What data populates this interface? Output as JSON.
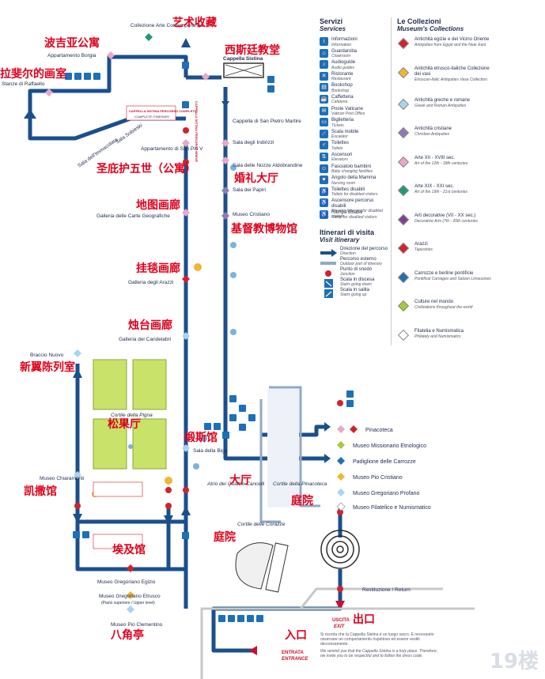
{
  "map_labels": {
    "collezione_arte": "Collezione Arte Contemporanea",
    "appartamento_borgia": "Appartamento Borgia",
    "stanze_raffaello": "Stanze di Raffaello",
    "cappella_sistina": "Cappella Sistina",
    "sala_immacolata": "Sala dell'Immacolata",
    "sala_sobieski": "Sala Sobieski",
    "cappella_completo": "CAPPELLA SISTINA PERCORSO COMPLETO",
    "complete_itinerary": "COMPLETE ITINERARY",
    "cappella_breve": "CAPPELLA SISTINA PERCORSO BREVE",
    "short_itinerary": "SHORT ITINERARY",
    "appartamento_pio_v": "Appartamento di San Pio V",
    "cappella_san_pietro": "Cappella di San Pietro Martire",
    "sala_indirizzi": "Sala degli Indirizzi",
    "sala_nozze": "Sala delle Nozze Aldobrandine",
    "sala_papiri": "Sala dei Papiri",
    "museo_cristiano": "Museo Cristiano",
    "galleria_carte": "Galleria delle Carte Geografiche",
    "galleria_arazzi": "Galleria degli Arazzi",
    "galleria_candelabri": "Galleria dei Candelabri",
    "braccio_nuovo": "Braccio Nuovo",
    "cortile_pigna": "Cortile della Pigna",
    "sala_biga": "Sala della Biga",
    "museo_chiaramonti": "Museo Chiaramonti",
    "atrio": "Atrio dei Quattro Cancelli",
    "cortile_pinacoteca": "Cortile della Pinacoteca",
    "cortile_corazze": "Cortile delle Corazze",
    "museo_egizio": "Museo Gregoriano Egizio",
    "museo_etrusco": "Museo Gregoriano Etrusco",
    "etrusco_sub": "(Piano superiore / Upper level)",
    "museo_pio_clementino": "Museo Pio Clementino",
    "uscita": "USCITA",
    "exit": "EXIT",
    "entrata": "ENTRATA",
    "entrance": "ENTRANCE",
    "restituzione": "Restituzione / Return"
  },
  "zh_labels": {
    "art": "艺术收藏",
    "borgia": "波吉亚公寓",
    "sistine": "西斯廷教堂",
    "raphael": "拉斐尔的画室",
    "pio_v": "圣庇护五世（公寓）",
    "wedding": "婚礼大厅",
    "maps": "地图画廊",
    "christian": "基督教博物馆",
    "tapestry": "挂毯画廊",
    "candelabra": "烛台画廊",
    "new_wing": "新翼陈列室",
    "pinecone": "松果厅",
    "biga": "缎斯馆",
    "hall": "大厅",
    "chiaramonti": "凯撒馆",
    "courtyard1": "庭院",
    "courtyard2": "庭院",
    "egypt": "埃及馆",
    "exit": "出口",
    "entrance": "入口",
    "octagon": "八角亭"
  },
  "right_list": [
    {
      "label": "Pinacoteca"
    },
    {
      "label": "Museo Missionario Etnologico"
    },
    {
      "label": "Padiglione delle Carrozze"
    },
    {
      "label": "Museo Pio Cristiano"
    },
    {
      "label": "Museo Gregoriano Profano"
    },
    {
      "label": "Museo Filatelico e Numismatico"
    }
  ],
  "services": {
    "title": "Servizi",
    "subtitle": "Services",
    "items": [
      {
        "it": "Informazioni",
        "en": "Information",
        "icon": "info-icon",
        "glyph": "i"
      },
      {
        "it": "Guardaroba",
        "en": "Cloakroom",
        "icon": "cloakroom-icon",
        "glyph": "⌂"
      },
      {
        "it": "Audioguide",
        "en": "Audio guides",
        "icon": "audio-guide-icon",
        "glyph": "♪"
      },
      {
        "it": "Ristorante",
        "en": "Restaurant",
        "icon": "restaurant-icon",
        "glyph": "✕"
      },
      {
        "it": "Bookshop",
        "en": "Bookshop",
        "icon": "bookshop-icon",
        "glyph": "▤"
      },
      {
        "it": "Caffetteria",
        "en": "Cafeteria",
        "icon": "cafeteria-icon",
        "glyph": "☕"
      },
      {
        "it": "Poste Vaticane",
        "en": "Vatican Post Office",
        "icon": "post-icon",
        "glyph": "✉"
      },
      {
        "it": "Biglietteria",
        "en": "Tickets",
        "icon": "ticket-icon",
        "glyph": "▭"
      },
      {
        "it": "Scala mobile",
        "en": "Escalator",
        "icon": "escalator-icon",
        "glyph": "⟋"
      },
      {
        "it": "Toilettes",
        "en": "Toilets",
        "icon": "toilet-icon",
        "glyph": "♂"
      },
      {
        "it": "Ascensori",
        "en": "Elevators",
        "icon": "elevator-icon",
        "glyph": "⇅"
      },
      {
        "it": "Fasciatoio bambini",
        "en": "Baby changing facilities",
        "icon": "baby-icon",
        "glyph": "☺"
      },
      {
        "it": "Angolo della Mamma",
        "en": "Nursing room",
        "icon": "nursing-icon",
        "glyph": "♥"
      },
      {
        "it": "Toilettes disabili",
        "en": "Toilets for disabled visitors",
        "icon": "disabled-toilet-icon",
        "glyph": "♿"
      },
      {
        "it": "Ascensore percorso disabili",
        "en": "Elevator-itinerary for disabled visitors",
        "icon": "disabled-elevator-icon",
        "glyph": "♿"
      },
      {
        "it": "Rampa disabili",
        "en": "Ramp for disabled visitors",
        "icon": "ramp-icon",
        "glyph": "♿"
      }
    ]
  },
  "collections": {
    "title": "Le Collezioni",
    "subtitle": "Museum's Collections",
    "items": [
      {
        "it": "Antichità egizie e del Vicino Oriente",
        "en": "Antiquities from Egypt and the Near East",
        "color": "#d2222f"
      },
      {
        "it": "Antichità etrusco-italiche Collezione dei vasi",
        "en": "Etruscan-Italic Antiquities Vase Collection",
        "color": "#f2b632"
      },
      {
        "it": "Antichità greche e romane",
        "en": "Greek and Roman Antiquities",
        "color": "#a9d4ef"
      },
      {
        "it": "Antichità cristiane",
        "en": "Christian Antiquities",
        "color": "#8e7bb5"
      },
      {
        "it": "Arte XII - XVIII sec.",
        "en": "Art of the 12th - 18th centuries",
        "color": "#e8a8c8"
      },
      {
        "it": "Arte XIX - XXI sec.",
        "en": "Art of the 19th - 21st centuries",
        "color": "#1f9a74"
      },
      {
        "it": "Arti decorative (VII - XX sec.)",
        "en": "Decorative Arts (7th - 20th centuries",
        "color": "#7b3f98"
      },
      {
        "it": "Arazzi",
        "en": "Tapestries",
        "color": "#d2222f"
      },
      {
        "it": "Carrozze e berline pontificie",
        "en": "Pontifical Carriages and Saloon Limousines",
        "color": "#1f6fb8"
      },
      {
        "it": "Culture nel mondo",
        "en": "Civilizations throughout the world",
        "color": "#a8c93a"
      },
      {
        "it": "Filatelia e Numismatica",
        "en": "Philately and Numismatics",
        "color": "#ffffff"
      }
    ]
  },
  "itinerary": {
    "title": "Itinerari di visita",
    "subtitle": "Visit itinerary",
    "items": [
      {
        "it": "Direzione del percorso",
        "en": "Direction"
      },
      {
        "it": "Percorso esterno",
        "en": "Outdoor part of itinerary"
      },
      {
        "it": "Punto di snodo",
        "en": "Junction"
      },
      {
        "it": "Scala in discesa",
        "en": "Stairs going down"
      },
      {
        "it": "Scala in salita",
        "en": "Stairs going up"
      }
    ]
  },
  "notes": {
    "it": "Si ricorda che la Cappella Sistina è un luogo sacro. È necessario osservare un comportamento rispettoso ed essere vestiti decorosamente.",
    "en": "We remind you that the Cappello Sistina is a holy place. Therefore, we invite you to be respectful and to follow the dress code."
  },
  "watermark": "19楼",
  "colors": {
    "route": "#1b4f8c",
    "red": "#d2222f",
    "accent_blue": "#1d6fb8"
  }
}
